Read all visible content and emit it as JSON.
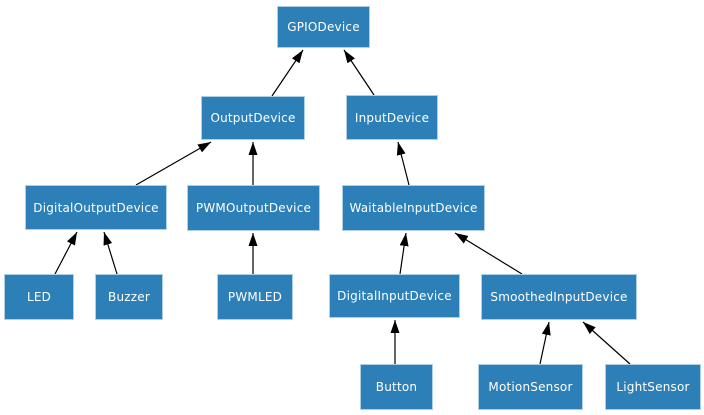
{
  "diagram": {
    "type": "class-inheritance-hierarchy",
    "colors": {
      "background": "#ffffff",
      "node_fill": "#2d7fb8",
      "node_border": "#aecfe4",
      "node_text": "#ffffff",
      "edge": "#000000"
    },
    "nodes": {
      "gpiodevice": {
        "label": "GPIODevice"
      },
      "outputdevice": {
        "label": "OutputDevice"
      },
      "inputdevice": {
        "label": "InputDevice"
      },
      "digitaloutputdevice": {
        "label": "DigitalOutputDevice"
      },
      "pwmoutputdevice": {
        "label": "PWMOutputDevice"
      },
      "waitableinputdevice": {
        "label": "WaitableInputDevice"
      },
      "led": {
        "label": "LED"
      },
      "buzzer": {
        "label": "Buzzer"
      },
      "pwmled": {
        "label": "PWMLED"
      },
      "digitalinputdevice": {
        "label": "DigitalInputDevice"
      },
      "smoothedinputdevice": {
        "label": "SmoothedInputDevice"
      },
      "button": {
        "label": "Button"
      },
      "motionsensor": {
        "label": "MotionSensor"
      },
      "lightsensor": {
        "label": "LightSensor"
      }
    },
    "edges": [
      {
        "child": "OutputDevice",
        "parent": "GPIODevice"
      },
      {
        "child": "InputDevice",
        "parent": "GPIODevice"
      },
      {
        "child": "DigitalOutputDevice",
        "parent": "OutputDevice"
      },
      {
        "child": "PWMOutputDevice",
        "parent": "OutputDevice"
      },
      {
        "child": "WaitableInputDevice",
        "parent": "InputDevice"
      },
      {
        "child": "LED",
        "parent": "DigitalOutputDevice"
      },
      {
        "child": "Buzzer",
        "parent": "DigitalOutputDevice"
      },
      {
        "child": "PWMLED",
        "parent": "PWMOutputDevice"
      },
      {
        "child": "DigitalInputDevice",
        "parent": "WaitableInputDevice"
      },
      {
        "child": "SmoothedInputDevice",
        "parent": "WaitableInputDevice"
      },
      {
        "child": "Button",
        "parent": "DigitalInputDevice"
      },
      {
        "child": "MotionSensor",
        "parent": "SmoothedInputDevice"
      },
      {
        "child": "LightSensor",
        "parent": "SmoothedInputDevice"
      }
    ]
  }
}
